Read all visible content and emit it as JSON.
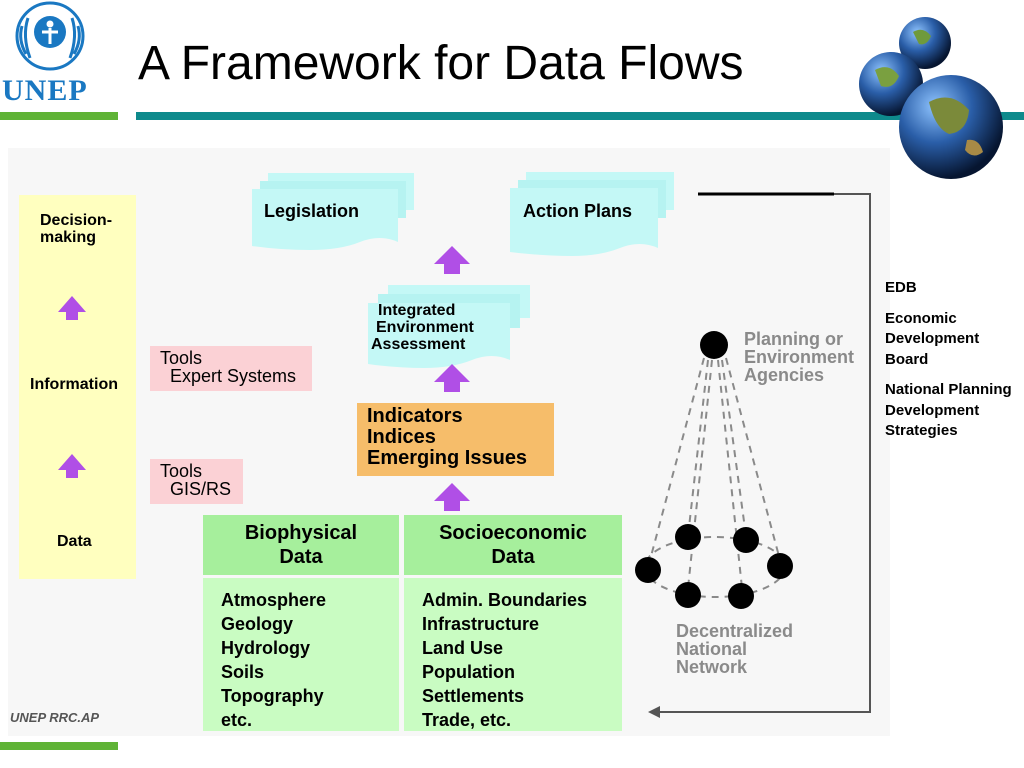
{
  "slide": {
    "title": "A Framework for Data Flows",
    "logo_text": "UNEP",
    "footer": "UNEP RRC.AP"
  },
  "left_column": {
    "top": "Decision-\nmaking",
    "middle": "Information",
    "bottom": "Data"
  },
  "tools": [
    {
      "line1": "Tools",
      "line2": "Expert Systems"
    },
    {
      "line1": "Tools",
      "line2": "GIS/RS"
    }
  ],
  "documents": {
    "legislation": "Legislation",
    "action_plans": "Action Plans",
    "iea": [
      "Integrated",
      "Environment",
      "Assessment"
    ]
  },
  "indicators": [
    "Indicators",
    "Indices",
    "Emerging Issues"
  ],
  "data_boxes": {
    "biophysical": {
      "title": [
        "Biophysical",
        "Data"
      ],
      "items": [
        "Atmosphere",
        "Geology",
        "Hydrology",
        "Soils",
        "Topography",
        "etc."
      ]
    },
    "socioeconomic": {
      "title": [
        "Socioeconomic",
        "Data"
      ],
      "items": [
        "Admin. Boundaries",
        "Infrastructure",
        "Land Use",
        "Population",
        "Settlements",
        "Trade, etc."
      ]
    }
  },
  "network": {
    "top_label": [
      "Planning or",
      "Environment",
      "Agencies"
    ],
    "bottom_label": [
      "Decentralized",
      "National",
      "Network"
    ]
  },
  "edb_notes": [
    "EDB",
    "Economic Development Board",
    "National Planning Development Strategies"
  ],
  "colors": {
    "unep_blue": "#1a78c2",
    "green_rule": "#5fb336",
    "teal_rule": "#0e8a8c",
    "arrow": "#b04fe6",
    "doc_cyan": "#c4f8f6",
    "indicator_orange": "#f6bd6a"
  }
}
